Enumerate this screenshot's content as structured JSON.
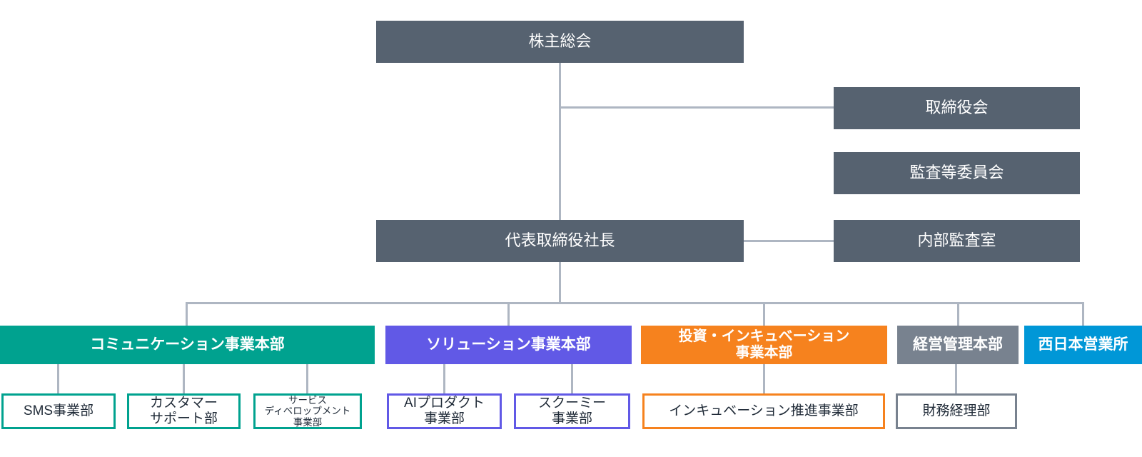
{
  "governance": {
    "shareholders_meeting": "株主総会",
    "board_of_directors": "取締役会",
    "audit_committee": "監査等委員会",
    "president": "代表取締役社長",
    "internal_audit_office": "内部監査室"
  },
  "divisions": [
    {
      "label": "コミュニケーション事業本部",
      "color": "#00a28f"
    },
    {
      "label": "ソリューション事業本部",
      "color": "#6159e6"
    },
    {
      "label": "投資・インキュベーション\n事業本部",
      "color": "#f6821e"
    },
    {
      "label": "経営管理本部",
      "color": "#78828f"
    },
    {
      "label": "西日本営業所",
      "color": "#0097d7"
    }
  ],
  "departments": [
    {
      "label": "SMS事業部",
      "parent": "コミュニケーション事業本部",
      "accent": "#00a28f"
    },
    {
      "label": "カスタマー\nサポート部",
      "parent": "コミュニケーション事業本部",
      "accent": "#00a28f"
    },
    {
      "label": "サービス\nディベロップメント\n事業部",
      "parent": "コミュニケーション事業本部",
      "accent": "#00a28f"
    },
    {
      "label": "AIプロダクト\n事業部",
      "parent": "ソリューション事業本部",
      "accent": "#6159e6"
    },
    {
      "label": "スクーミー\n事業部",
      "parent": "ソリューション事業本部",
      "accent": "#6159e6"
    },
    {
      "label": "インキュベーション推進事業部",
      "parent": "投資・インキュベーション事業本部",
      "accent": "#f6821e"
    },
    {
      "label": "財務経理部",
      "parent": "経営管理本部",
      "accent": "#78828f"
    }
  ],
  "colors": {
    "governance_box": "#566270",
    "connector_line": "#aeb6c2",
    "department_text": "#1f2a37",
    "teal": "#00a28f",
    "purple": "#6159e6",
    "orange": "#f6821e",
    "gray": "#78828f",
    "blue": "#0097d7"
  }
}
